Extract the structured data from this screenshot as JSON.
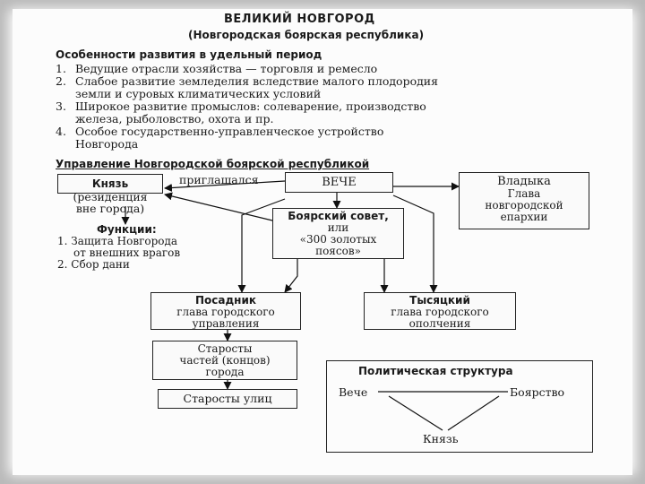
{
  "title": "ВЕЛИКИЙ НОВГОРОД",
  "subtitle": "(Новгородская боярская республика)",
  "features": {
    "heading": "Особенности развития в удельный период",
    "items": [
      {
        "num": "1.",
        "lines": [
          "Ведущие отрасли хозяйства — торговля и ремесло"
        ]
      },
      {
        "num": "2.",
        "lines": [
          "Слабое развитие земледелия вследствие малого плодородия",
          "земли и суровых климатических условий"
        ]
      },
      {
        "num": "3.",
        "lines": [
          "Широкое развитие промыслов: солеварение, производство",
          "железа, рыболовство, охота и пр."
        ]
      },
      {
        "num": "4.",
        "lines": [
          "Особое государственно-управленческое устройство",
          "Новгорода"
        ]
      }
    ]
  },
  "governance": {
    "heading": "Управление Новгородской боярской республикой",
    "knyaz": "Князь",
    "knyaz_note": [
      "(резиденция",
      "вне города)"
    ],
    "invited": "приглашался",
    "veche": "ВЕЧЕ",
    "vladyka": {
      "title": "Владыка",
      "lines": [
        "Глава",
        "новгородской",
        "епархии"
      ]
    },
    "functions": {
      "heading": "Функции:",
      "items": [
        "1. Защита Новгорода",
        "от внешних врагов",
        "2. Сбор дани"
      ]
    },
    "council": {
      "title": "Боярский совет,",
      "lines": [
        "или",
        "«300 золотых",
        "поясов»"
      ]
    },
    "posadnik": {
      "title": "Посадник",
      "lines": [
        "глава городского",
        "управления"
      ]
    },
    "tysyatsky": {
      "title": "Тысяцкий",
      "lines": [
        "глава городского",
        "ополчения"
      ]
    },
    "elders_ends": [
      "Старосты",
      "частей (концов)",
      "города"
    ],
    "elders_streets": "Старосты улиц"
  },
  "political": {
    "heading": "Политическая структура",
    "veche": "Вече",
    "boyars": "Боярство",
    "knyaz": "Князь"
  }
}
